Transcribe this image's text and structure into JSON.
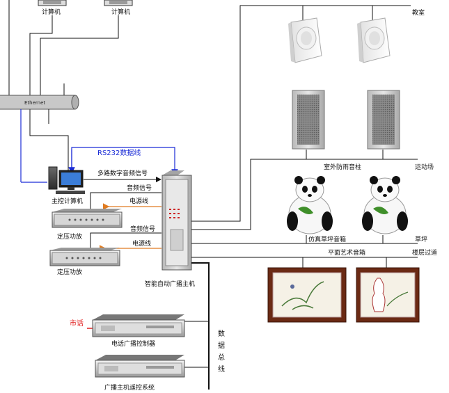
{
  "labels": {
    "computer": "计算机",
    "ethernet": "Ethernet",
    "rs232": "RS232数据线",
    "multi_audio": "多路数字音频信号",
    "audio_signal": "音频信号",
    "power_line": "电源线",
    "main_pc": "主控计算机",
    "amp": "定压功放",
    "main_host": "智能自动广播主机",
    "phone": "市话",
    "phone_ctrl": "电话广播控制器",
    "remote_sys": "广播主机遥控系统",
    "data_bus": [
      "数",
      "据",
      "总",
      "线"
    ],
    "classroom": "教室",
    "outdoor_column": "室外防雨音柱",
    "sports_field": "运动场",
    "lawn_speaker": "仿真草坪音箱",
    "lawn": "草坪",
    "flat_art": "平面艺术音箱",
    "corridor": "楼层过道"
  }
}
